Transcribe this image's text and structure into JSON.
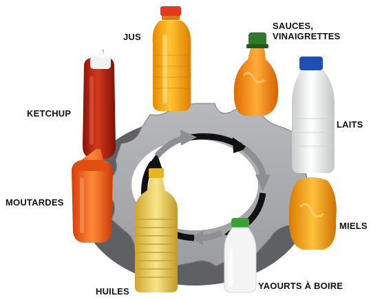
{
  "diagram": {
    "products": [
      {
        "id": "jus",
        "label": "JUS"
      },
      {
        "id": "sauces",
        "label": "SAUCES,\nVINAIGRETTES"
      },
      {
        "id": "ketchup",
        "label": "KETCHUP"
      },
      {
        "id": "laits",
        "label": "LAITS"
      },
      {
        "id": "moutardes",
        "label": "MOUTARDES"
      },
      {
        "id": "miels",
        "label": "MIELS"
      },
      {
        "id": "huiles",
        "label": "HUILES"
      },
      {
        "id": "yaourts",
        "label": "YAOURTS À BOIRE"
      }
    ],
    "colors": {
      "wheel": "#a9aaae",
      "wheel_edge": "#6d6e72",
      "arrow_dark": "#111111",
      "arrow_light": "#8e8f93",
      "juice": "#f5a300",
      "sauce": "#ef8a10",
      "ketchup": "#b5200f",
      "milk": "#eceeee",
      "mustard": "#ea5b14",
      "honey": "#f0a11c",
      "oil": "#e8c64d",
      "yogurt": "#f2f2f2"
    }
  }
}
